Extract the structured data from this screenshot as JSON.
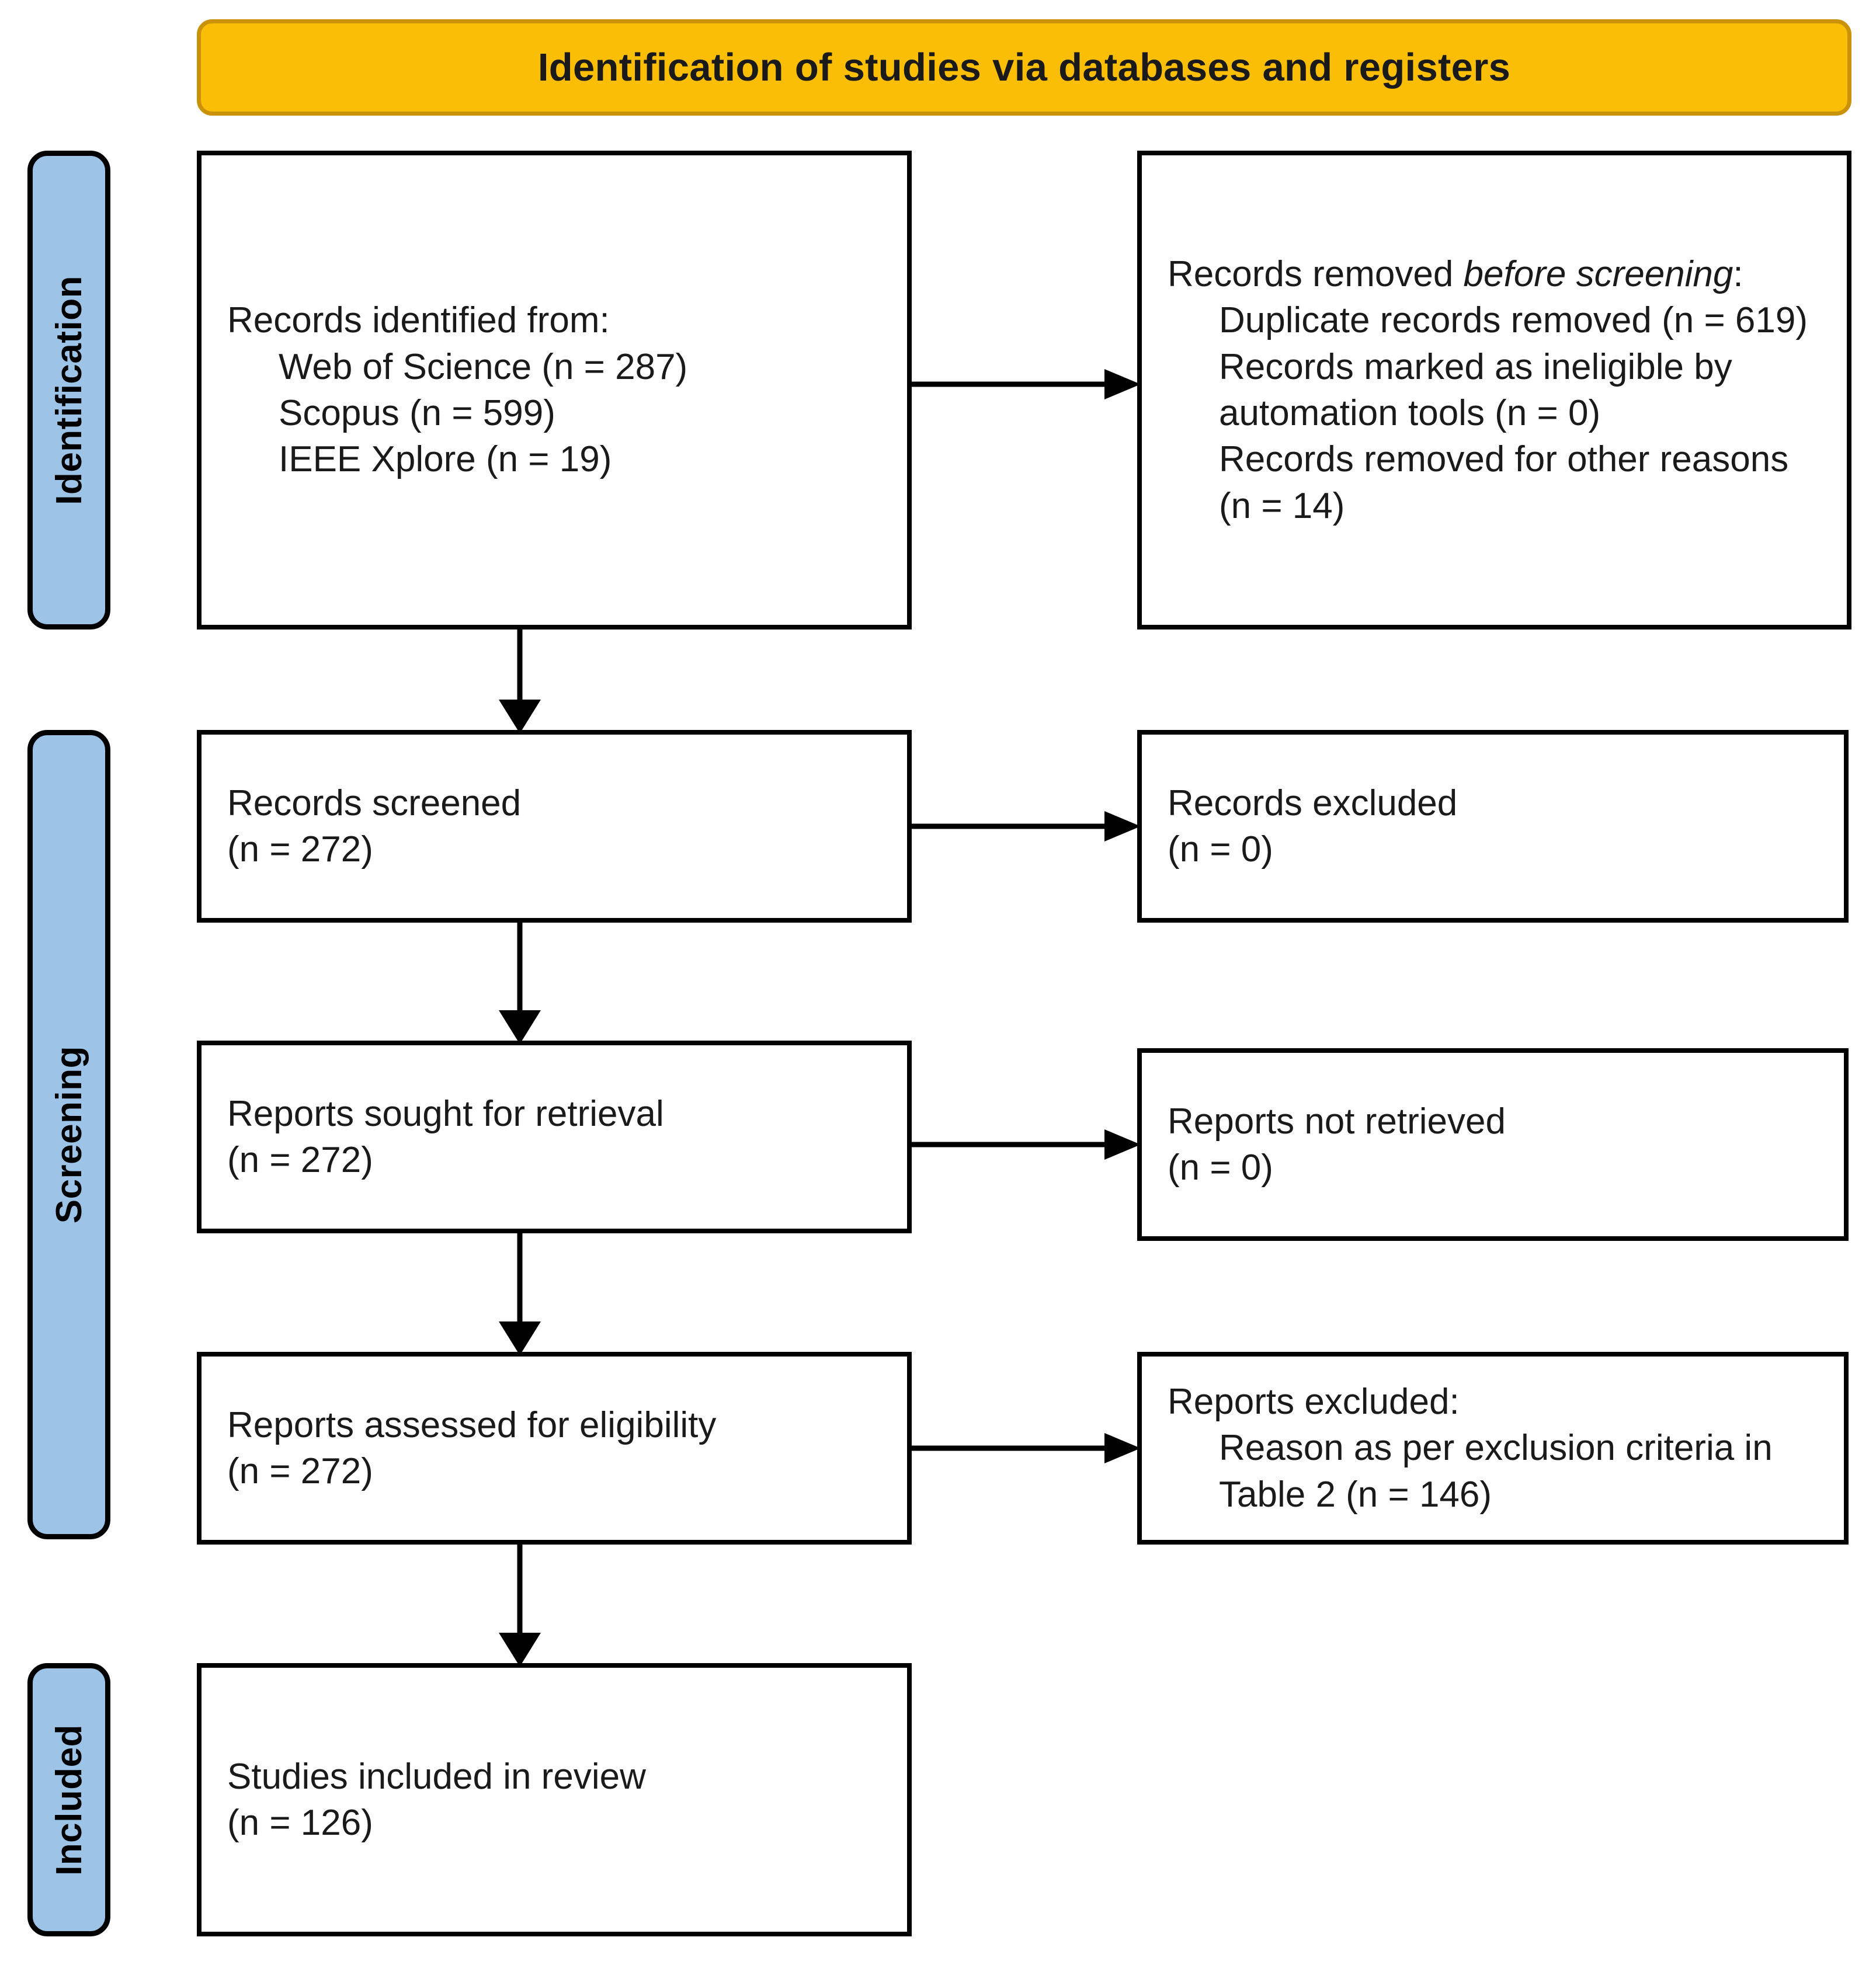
{
  "banner": {
    "title": "Identification of studies via databases and registers"
  },
  "stages": [
    {
      "id": "identification",
      "label": "Identification"
    },
    {
      "id": "screening",
      "label": "Screening"
    },
    {
      "id": "included",
      "label": "Included"
    }
  ],
  "boxes": {
    "identified": {
      "heading": "Records identified from:",
      "items": [
        "Web of Science (n = 287)",
        "Scopus (n = 599)",
        "IEEE Xplore (n = 19)"
      ]
    },
    "removed": {
      "heading_plain": "Records removed ",
      "heading_italic": "before screening",
      "heading_colon": ":",
      "items": [
        "Duplicate records removed (n = 619)",
        "Records marked as ineligible by automation tools (n = 0)",
        "Records removed for other reasons (n = 14)"
      ]
    },
    "screened": {
      "heading": "Records screened",
      "count": "(n = 272)"
    },
    "excluded": {
      "heading": "Records excluded",
      "count": "(n = 0)"
    },
    "sought": {
      "heading": "Reports sought for retrieval",
      "count": "(n = 272)"
    },
    "not_retrieved": {
      "heading": "Reports not retrieved",
      "count": "(n = 0)"
    },
    "assessed": {
      "heading": "Reports assessed for eligibility",
      "count": "(n = 272)"
    },
    "reports_excluded": {
      "heading": "Reports excluded:",
      "items": [
        "Reason as per exclusion criteria in Table 2 (n = 146)"
      ]
    },
    "included": {
      "heading": "Studies included in review",
      "count": "(n = 126)"
    }
  },
  "colors": {
    "banner_fill": "#FBBE07",
    "banner_border": "#C99208",
    "stage_fill": "#9DC3E6",
    "box_border": "#000000",
    "text": "#1a1a1a"
  }
}
